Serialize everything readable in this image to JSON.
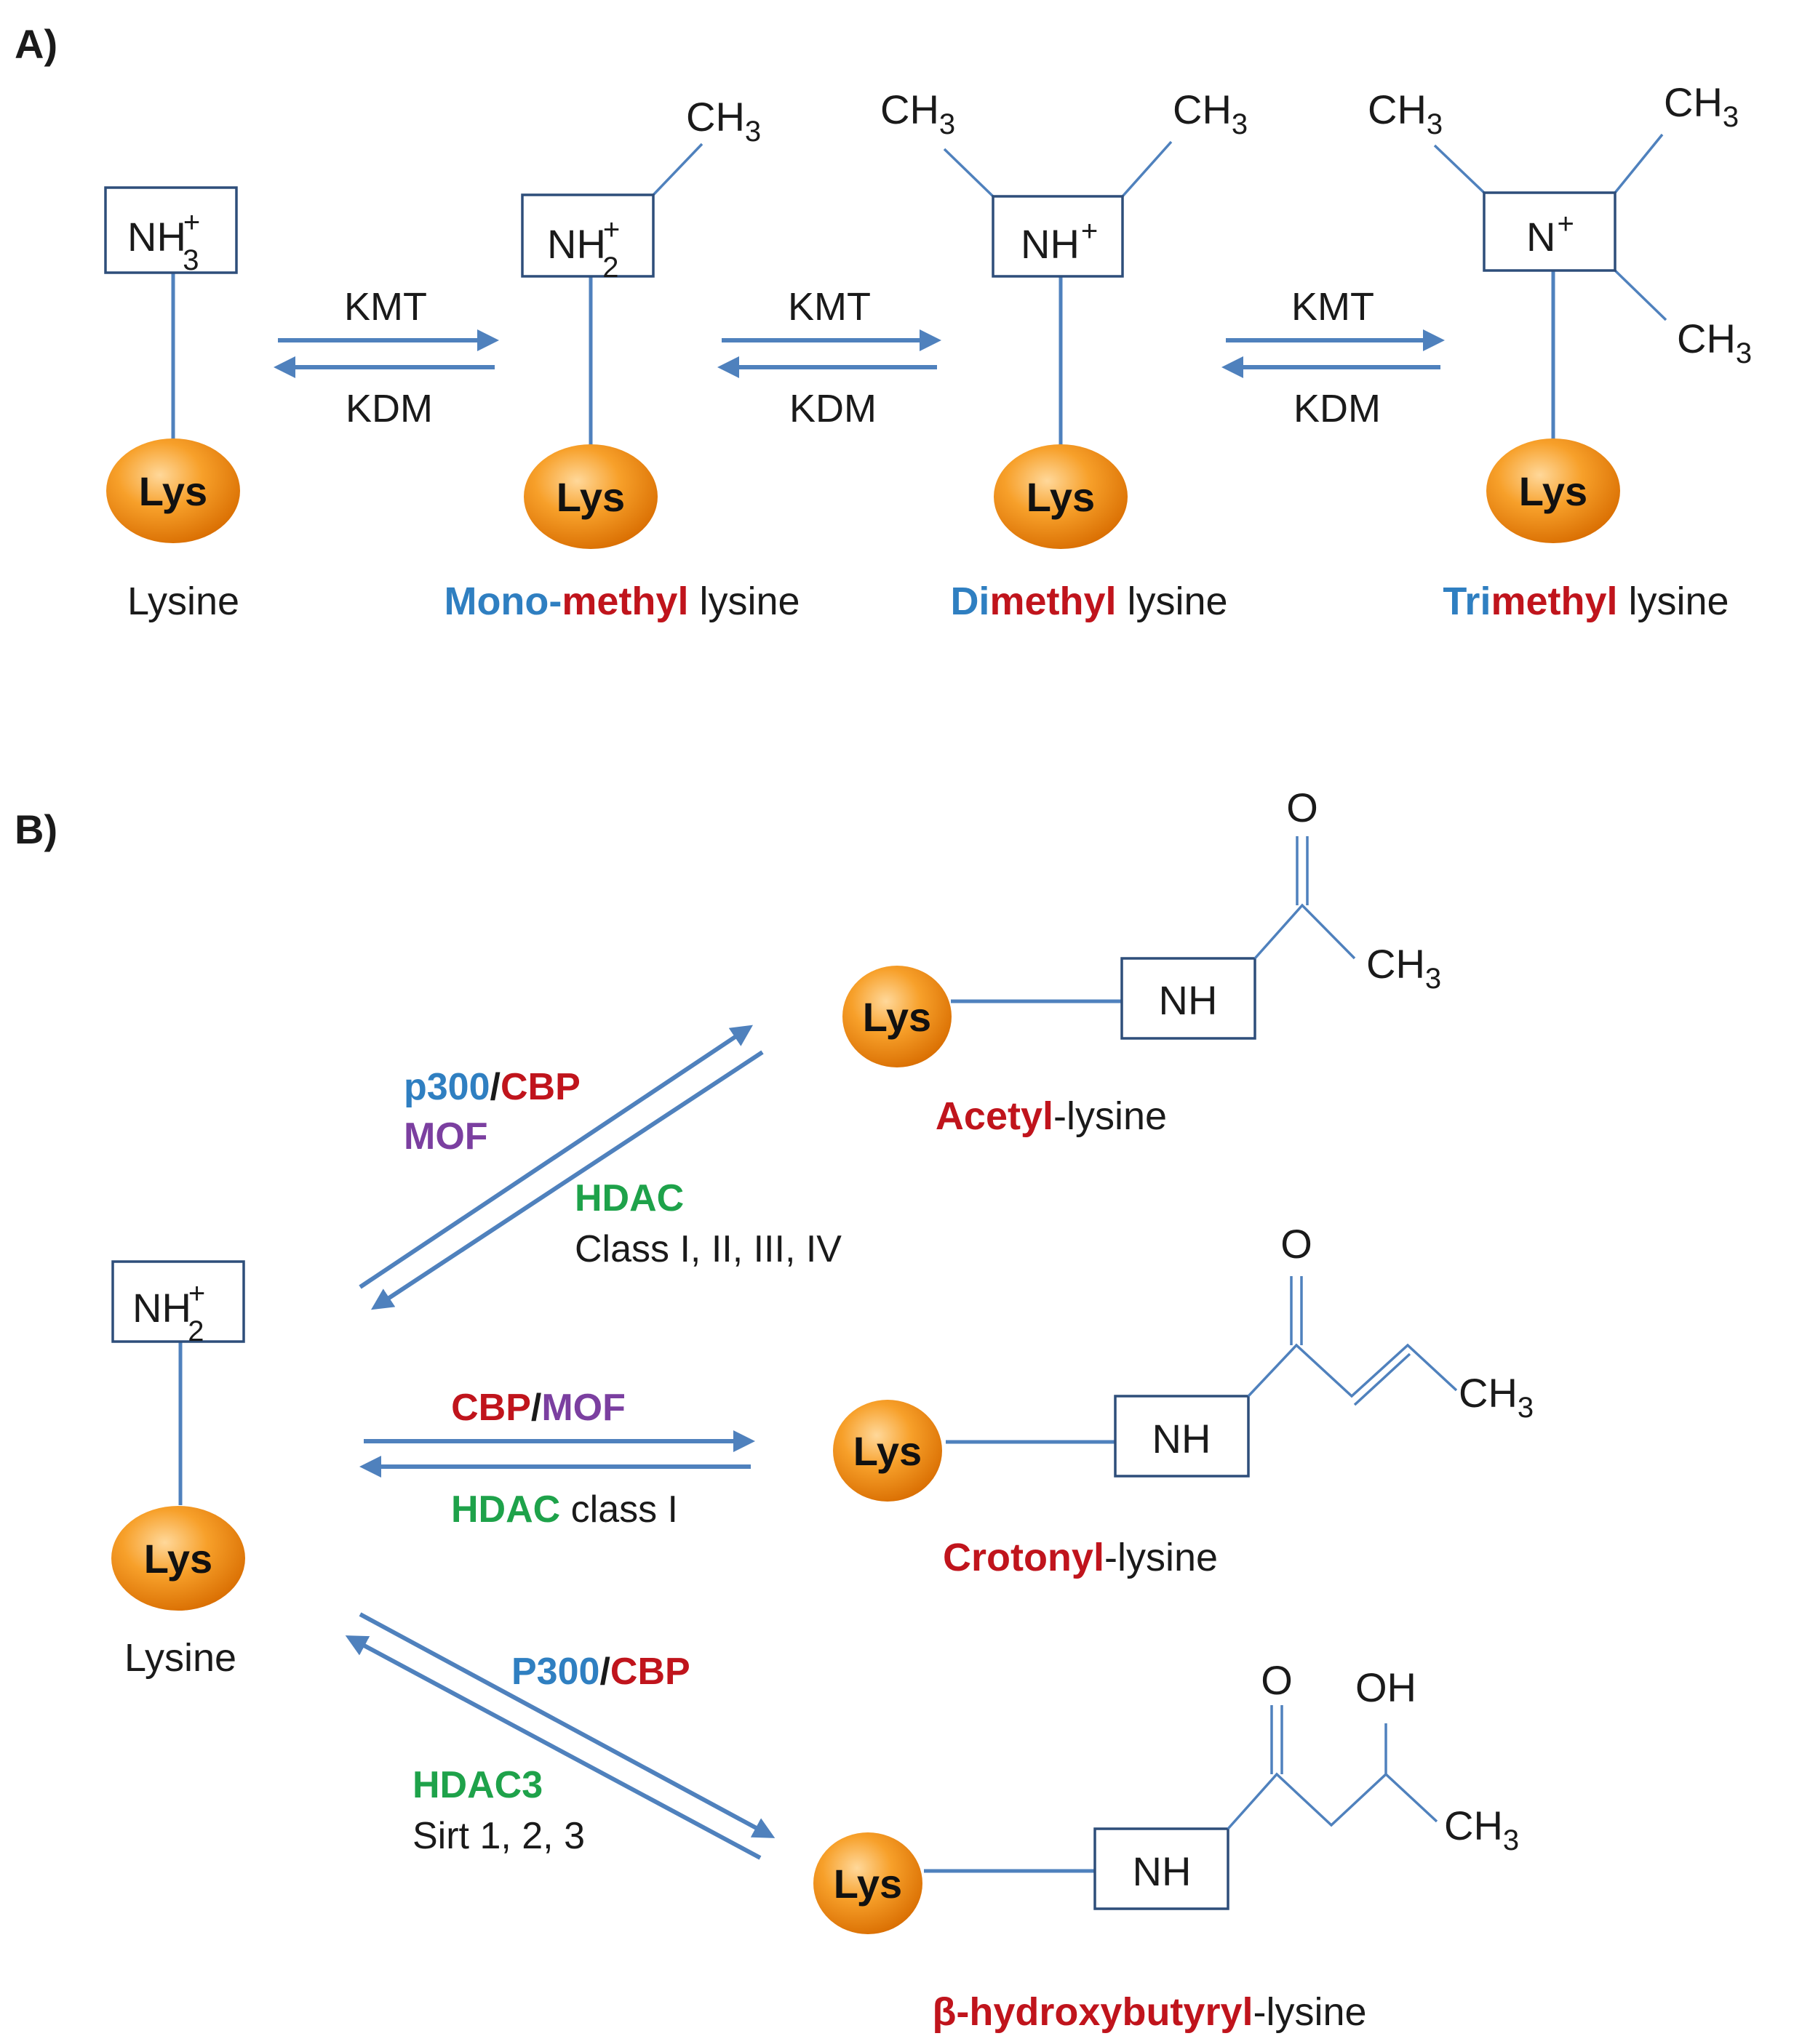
{
  "panel_a": {
    "label": "A)",
    "enzyme_forward": "KMT",
    "enzyme_reverse": "KDM",
    "lys": "Lys",
    "species": [
      {
        "group_main": "NH",
        "group_sub": "3",
        "group_sup": "+",
        "name_parts": [
          {
            "text": "Lysine",
            "style": "plain"
          }
        ]
      },
      {
        "group_main": "NH",
        "group_sub": "2",
        "group_sup": "+",
        "name_parts": [
          {
            "text": "Mono-",
            "style": "blue"
          },
          {
            "text": "methyl",
            "style": "red"
          },
          {
            "text": " lysine",
            "style": "plain"
          }
        ]
      },
      {
        "group_main": "NH",
        "group_sub": "",
        "group_sup": "+",
        "name_parts": [
          {
            "text": "Di",
            "style": "blue"
          },
          {
            "text": "methyl",
            "style": "red"
          },
          {
            "text": " lysine",
            "style": "plain"
          }
        ]
      },
      {
        "group_main": "N",
        "group_sub": "",
        "group_sup": "+",
        "name_parts": [
          {
            "text": "Tri",
            "style": "blue"
          },
          {
            "text": "methyl",
            "style": "red"
          },
          {
            "text": " lysine",
            "style": "plain"
          }
        ]
      }
    ],
    "methyl": {
      "main": "CH",
      "sub": "3"
    }
  },
  "panel_b": {
    "label": "B)",
    "start": {
      "group_main": "NH",
      "group_sub": "2",
      "group_sup": "+",
      "lys": "Lys",
      "name": "Lysine"
    },
    "nh": "NH",
    "o": "O",
    "oh": "OH",
    "ch3": {
      "main": "CH",
      "sub": "3"
    },
    "acetyl": {
      "writer_parts": [
        {
          "text": "p300",
          "style": "blue"
        },
        {
          "text": "/",
          "style": "plain"
        },
        {
          "text": "CBP",
          "style": "red"
        }
      ],
      "writer2": "MOF",
      "eraser": "HDAC",
      "eraser2": "Class I, II, III, IV",
      "name_red": "Acetyl",
      "name_rest": "-lysine"
    },
    "crotonyl": {
      "writer_parts": [
        {
          "text": "CBP",
          "style": "red"
        },
        {
          "text": "/",
          "style": "plain"
        },
        {
          "text": "MOF",
          "style": "purple"
        }
      ],
      "eraser": "HDAC",
      "eraser_rest": " class I",
      "name_red": "Crotonyl",
      "name_rest": "-lysine"
    },
    "hydroxybutyryl": {
      "writer_parts": [
        {
          "text": "P300",
          "style": "blue"
        },
        {
          "text": "/",
          "style": "plain"
        },
        {
          "text": "CBP",
          "style": "red"
        }
      ],
      "eraser": "HDAC3",
      "eraser2": "Sirt 1, 2, 3",
      "name_red": "β-hydroxybutyryl",
      "name_rest": "-lysine"
    }
  },
  "colors": {
    "line": "#4f81bd",
    "lys_ball_light": "#ffc36b",
    "lys_ball_dark": "#e07800",
    "blue": "#2f7fc1",
    "red": "#c0141c",
    "purple": "#7b3fa0",
    "green": "#1ea24a"
  }
}
